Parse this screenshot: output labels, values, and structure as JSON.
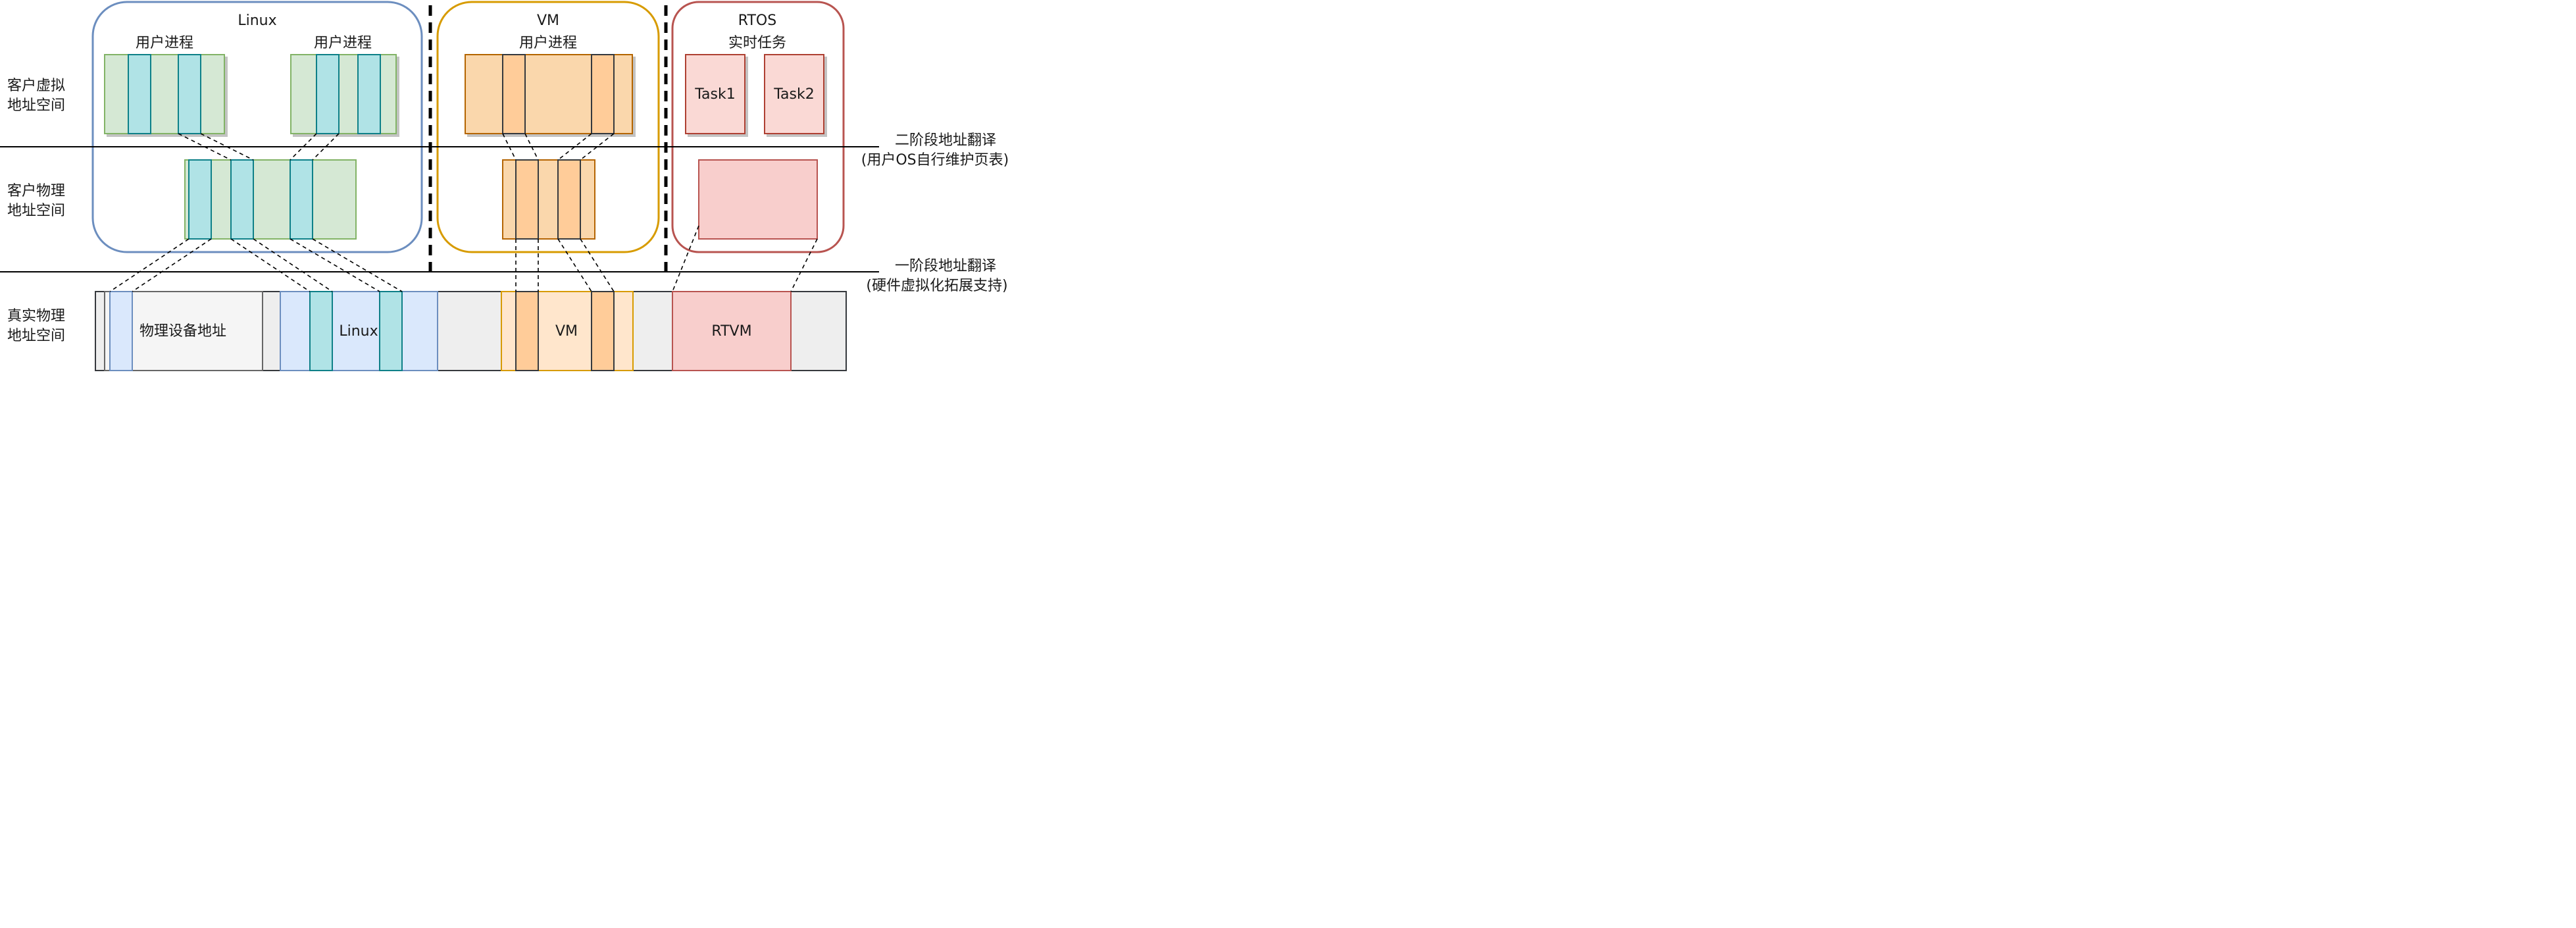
{
  "row_labels": {
    "guest_virtual": [
      "客户虚拟",
      "地址空间"
    ],
    "guest_physical": [
      "客户物理",
      "地址空间"
    ],
    "real_physical": [
      "真实物理",
      "地址空间"
    ]
  },
  "translation_labels": {
    "stage2": [
      "二阶段地址翻译",
      "(用户OS自行维护页表)"
    ],
    "stage1": [
      "一阶段地址翻译",
      "(硬件虚拟化拓展支持)"
    ]
  },
  "partitions": {
    "linux": {
      "title": "Linux",
      "process_left": "用户进程",
      "process_right": "用户进程"
    },
    "vm": {
      "title": "VM",
      "process": "用户进程"
    },
    "rtos": {
      "title": "RTOS",
      "subtitle": "实时任务",
      "task1": "Task1",
      "task2": "Task2"
    }
  },
  "physical_memory": {
    "device_label": "物理设备地址",
    "linux_label": "Linux",
    "vm_label": "VM",
    "rtvm_label": "RTVM"
  },
  "colors": {
    "linux_border": "#6c8ebf",
    "vm_border": "#d79b00",
    "rtos_border": "#b85450",
    "green_fill": "#d5e8d4",
    "green_stroke": "#82b366",
    "teal_fill": "#b0e3e6",
    "teal_stroke": "#0e8088",
    "orange_fill": "#fad7ac",
    "orange_stroke": "#b46504",
    "orange_page": "#ffcc99",
    "red_fill": "#f8cecc",
    "blue_fill": "#dae8fc",
    "gray_fill": "#eeeeee",
    "light_gray": "#f5f5f5"
  }
}
